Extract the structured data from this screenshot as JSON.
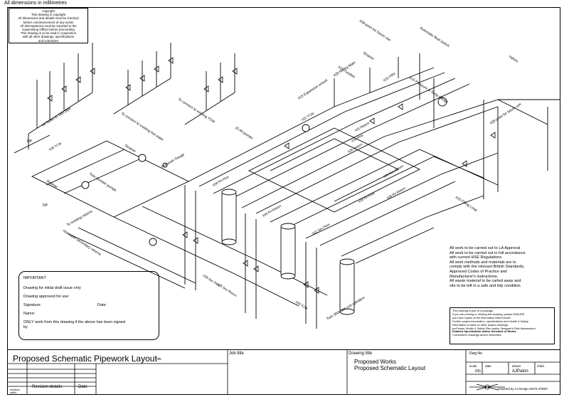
{
  "header": {
    "units": "All dimensions in millimetres"
  },
  "copyright_box": {
    "lines": [
      "copyright",
      "This drawing is copyright",
      "All dimensions and details must be checked",
      "before commencement of any works",
      "All discrepancies must be reported to the",
      "Supervising Officer before proceeding",
      "This drawing is to be read in conjunction",
      "with all other drawings, specifications",
      "and schedules"
    ]
  },
  "labels": {
    "tanks_to_ldn": "#6 Tanks to 1ldn pipe",
    "connect_tcw": "To connect to existing TCW",
    "connect_hot": "To connect to existing hot water",
    "pressure_gauge": "Pressure Gauge",
    "strainer_a": "Strainer",
    "strainer_b": "Strainer",
    "strainer_c": "Strainer",
    "twin_pumps": "Twin booster pumps",
    "pumps_1520": "15-40 pumps",
    "secondary_returns": "Hot water secondary returns",
    "to_existing_returns": "To existing returns",
    "future_use_1": "#28 point for future use",
    "future_use_2": "#28 point for future use",
    "float_switch": "Automatic float switch",
    "valves": "Valves",
    "pressure_temp_gauge": "#15 Pressure & Temp Gauge",
    "tundish": "#15 Tundish",
    "prv": "#15 PRV",
    "expansion": "#15 Expansion vessel",
    "rising_mains": "#28 Rising Main",
    "tfl_filling": "#15 Filling Loop",
    "cylinders": "Twin 300l twin coil cylinders",
    "dp": "DP"
  },
  "pipe_tags": {
    "tcw": "#28 TCW",
    "pri_flow": "#28 Pri Flow",
    "pri_return": "#28 Pri Return",
    "sec_flow": "#28 Sec Flow",
    "sec_return": "#28 Sec Return",
    "tcw_b": "#22 TCW",
    "return_b": "#28 Return",
    "flow_b": "#28 Flow",
    "return_c": "#22 Return",
    "sec_return_b": "#28 Sec Return",
    "pri_flow_b": "#28 Pri Flow",
    "pri_return_b": "#28 Pri Return",
    "tcw_c": "#28 TCW",
    "sec_flow_b": "#22 Sec Flow"
  },
  "important_box": {
    "title": "IMPORTANT",
    "initial": "Drawing for initial draft issue only",
    "approved": "Drawing approved for use:",
    "signature": "Signature:",
    "date": "Date:",
    "name": "Name:",
    "only_work": "ONLY work from this drawing if the above has been signed",
    "by": "by"
  },
  "notes": [
    "All work to be carried out to LA Approval",
    "All work to be carried out in full accordance",
    "with current HSE Regulations.",
    "All work methods and materials are to",
    "comply with the relevant British Standards,",
    "Approved Codes of Practice and",
    "Manufacturer's instructions.",
    "All waste material to be carted away and",
    "site to be left in a safe and tidy condition."
  ],
  "package_box": [
    "This drawing is part of a package.",
    "If you are printing or viewing this drawing, please ENSURE",
    "you have copies of the information listed below!",
    "Further project information, specifications and Health & Safety",
    "information is listed on other project drawings.",
    "preTender Health & Safety Plan and/or Designer's Risk Assessment.",
    "Detailed Specification and/or Schedule of Works.",
    "Consultant's drawings and/or schedules."
  ],
  "title_block": {
    "drawing_title_big": "Proposed Schematic Pipework Layout",
    "nts_small": "nts",
    "revision_suffix": "revision suffix",
    "revision_details": "Revision details",
    "date_col": "Date",
    "job_title_label": "Job title",
    "drawing_title_label": "Drawing title",
    "drawing_title_1": "Proposed Works",
    "drawing_title_2": "Proposed Schematic Layout",
    "dwg_no_label": "Dwg No",
    "scale_label": "scale",
    "scale_value": "nts",
    "date_label": "date",
    "drawn_label": "drawn",
    "drawn_value": "AJPaton",
    "chkd_label": "chkd.",
    "prepared_by": "prepared by AJ Design 01579 370667"
  }
}
